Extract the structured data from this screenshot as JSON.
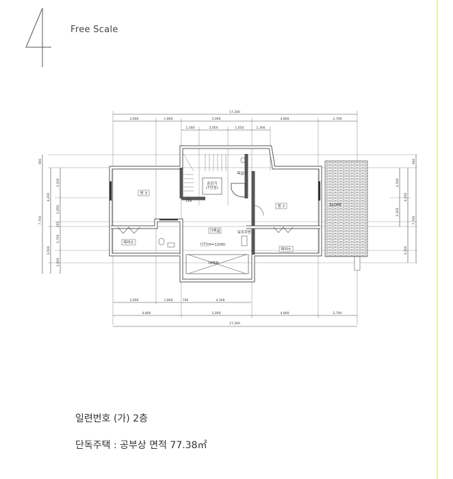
{
  "header": {
    "section_number": "4",
    "scale_label": "Free Scale"
  },
  "plan": {
    "rooms": {
      "room3": "방 3",
      "room2": "방 2",
      "bath3": "욕실3",
      "elevator": "승강기",
      "elevator_capacity": "(7인승)",
      "down": "DN",
      "family_room": "가족실",
      "railing": "난간(H=1200)",
      "aux_kitchen": "보조주방",
      "terrace_left": "테라스",
      "terrace_right": "테라스",
      "open": "OPEN",
      "slope": "SLOPE"
    },
    "dims_top": {
      "total": "17,300",
      "row2": [
        "3,000",
        "1,800",
        "5,000",
        "4,800",
        "2,700"
      ],
      "row3": [
        "1,300",
        "2,050",
        "1,650",
        "1,300"
      ]
    },
    "dims_bottom": {
      "row1": [
        "3,000",
        "1,800",
        "700",
        "4,300"
      ],
      "row2": [
        "4,800",
        "5,000",
        "4,800",
        "2,700"
      ],
      "total": "17,300"
    },
    "dims_left": {
      "outer": [
        "900",
        "7,700"
      ],
      "mid": [
        "4,200",
        "3,500"
      ],
      "inner": [
        "2,100",
        "1,650",
        "200",
        "1,700",
        "1,800"
      ]
    },
    "dims_right": {
      "outer": [
        "900",
        "7,700"
      ],
      "mid": [
        "4,200",
        "3,500"
      ],
      "inner": [
        "2,100",
        "2,100"
      ]
    }
  },
  "captions": {
    "serial": "일련번호 (가) 2층",
    "area": "단독주택 : 공부상 면적 77.38㎡"
  },
  "colors": {
    "margin_line": "#f7f3a0",
    "lines": "#555555"
  }
}
